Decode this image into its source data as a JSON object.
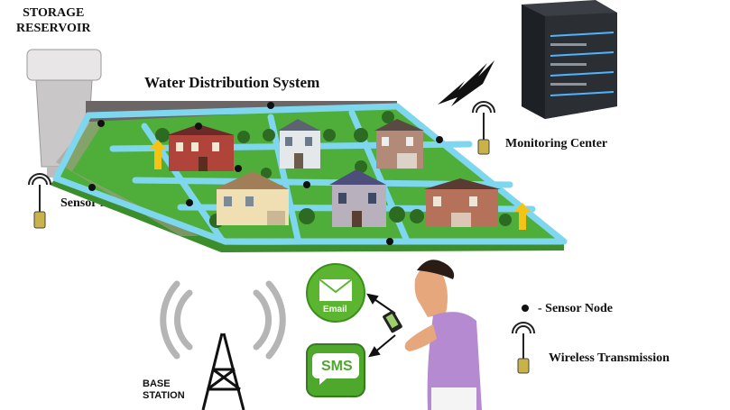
{
  "labels": {
    "storage_reservoir": "STORAGE\nRESERVOIR",
    "system_title": "Water Distribution System",
    "sensor_node_left": "Sensor Node",
    "monitoring_center": "Monitoring Center",
    "email": "Email",
    "sms": "SMS",
    "base_station": "BASE\nSTATION",
    "legend_sensor": "- Sensor Node",
    "legend_wireless": "Wireless Transmission"
  },
  "colors": {
    "pipe": "#7fd6ef",
    "grass": "#4fae3a",
    "wall": "#6b6566",
    "server": "#2b2e33",
    "server_light": "#4fb3ff",
    "email_green": "#5cb531",
    "sms_green": "#4ea82b",
    "shirt": "#b58ad0",
    "skin": "#e6a77c"
  },
  "icons": [
    "water-tower-icon",
    "wireless-signal-icon",
    "server-icon",
    "lightning-bolt-icon",
    "email-envelope-icon",
    "sms-bubble-icon",
    "cell-tower-icon",
    "smartphone-icon",
    "sensor-node-dot-icon",
    "person-icon",
    "up-arrow-icon",
    "house-icon",
    "tree-icon"
  ]
}
